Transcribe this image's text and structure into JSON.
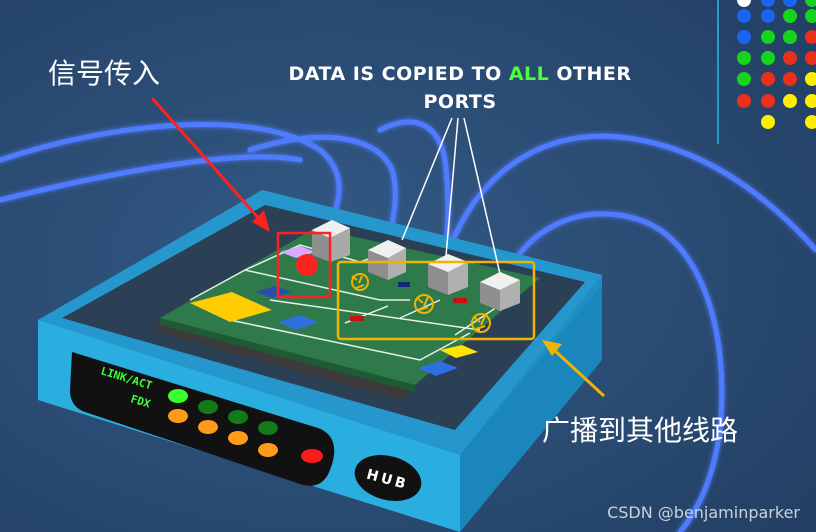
{
  "labels": {
    "signal_in": "信号传入",
    "broadcast": "广播到其他线路"
  },
  "caption": {
    "before": "DATA IS COPIED TO ",
    "highlight": "ALL",
    "after": " OTHER PORTS"
  },
  "hub": {
    "name": "HUB",
    "led_row_1_label": "LINK/ACT",
    "led_row_2_label": "FDX"
  },
  "watermark": "CSDN @benjaminparker",
  "colors": {
    "background": "#2b4b73",
    "hub_body": "#2aaee0",
    "board": "#2f7a4a",
    "highlight_text": "#4cff3a",
    "incoming_marker": "#ff2020",
    "outgoing_marker": "#f0b400",
    "cable": "#4f7bff"
  },
  "icons": [
    "signal-in-arrow-icon",
    "broadcast-arrow-icon",
    "incoming-signal-dot-icon",
    "copied-signal-icon"
  ]
}
